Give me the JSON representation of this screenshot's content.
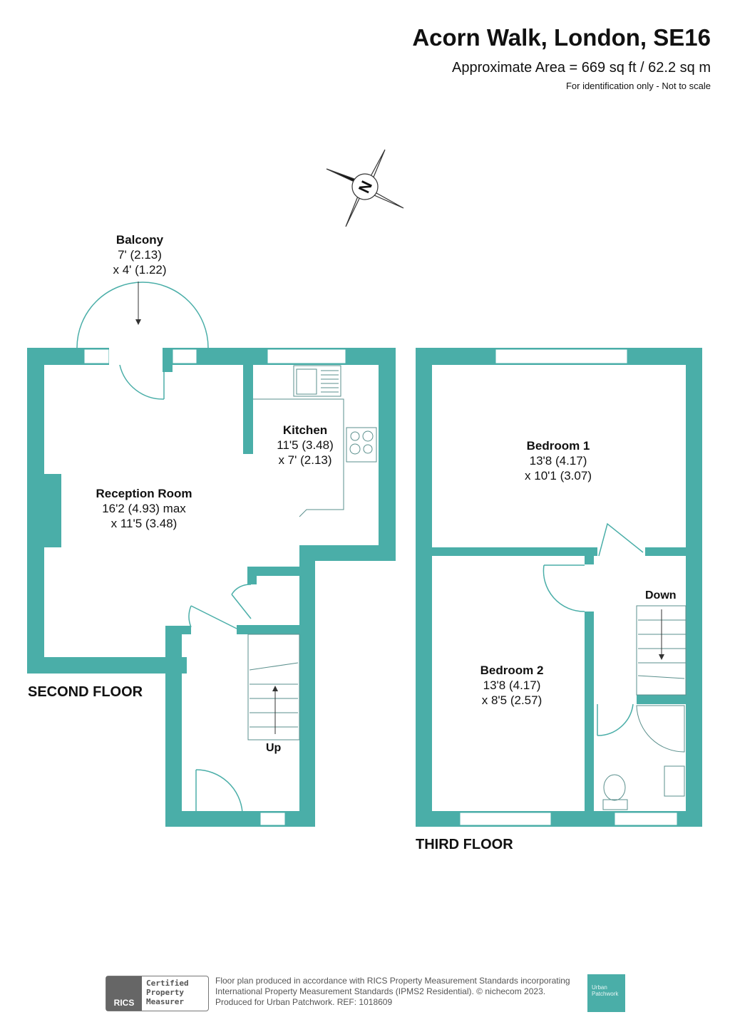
{
  "header": {
    "title": "Acorn Walk, London, SE16",
    "area": "Approximate Area = 669 sq ft / 62.2 sq m",
    "note": "For identification only - Not to scale"
  },
  "compass": {
    "letter": "N"
  },
  "colors": {
    "wall": "#4aaea8",
    "fixture": "#5a8f8c"
  },
  "rooms": {
    "balcony": {
      "name": "Balcony",
      "dim1": "7' (2.13)",
      "dim2": "x 4' (1.22)"
    },
    "kitchen": {
      "name": "Kitchen",
      "dim1": "11'5 (3.48)",
      "dim2": "x 7' (2.13)"
    },
    "reception": {
      "name": "Reception Room",
      "dim1": "16'2 (4.93) max",
      "dim2": "x 11'5 (3.48)"
    },
    "bedroom1": {
      "name": "Bedroom 1",
      "dim1": "13'8 (4.17)",
      "dim2": "x 10'1 (3.07)"
    },
    "bedroom2": {
      "name": "Bedroom 2",
      "dim1": "13'8 (4.17)",
      "dim2": "x 8'5 (2.57)"
    }
  },
  "labels": {
    "up": "Up",
    "down": "Down",
    "second_floor": "SECOND FLOOR",
    "third_floor": "THIRD FLOOR"
  },
  "footer": {
    "rics": "RICS",
    "cert1": "Certified",
    "cert2": "Property",
    "cert3": "Measurer",
    "line1": "Floor plan produced in accordance with RICS Property Measurement Standards incorporating",
    "line2": "International Property Measurement Standards (IPMS2 Residential).   © nichecom 2023.",
    "line3": "Produced for Urban Patchwork.   REF:  1018609",
    "brand1": "Urban",
    "brand2": "Patchwork"
  }
}
